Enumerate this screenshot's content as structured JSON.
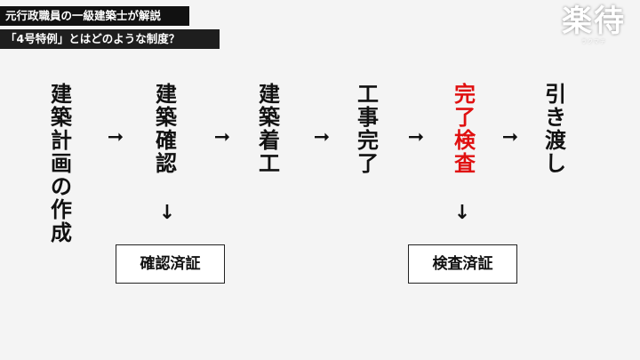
{
  "header": {
    "badge_1": "元行政職員の一級建築士が解説",
    "badge_2": "「4号特例」とはどのような制度？"
  },
  "logo": {
    "kanji": "楽待",
    "sub": "ラクマチ"
  },
  "flow": {
    "steps": [
      {
        "label": "建築計画の作成"
      },
      {
        "label": "建築確認"
      },
      {
        "label": "建築着工"
      },
      {
        "label": "工事完了"
      },
      {
        "label": "完了検査",
        "highlight_color": "#e01010"
      },
      {
        "label": "引き渡し"
      }
    ],
    "arrow_glyph": "➞",
    "down_arrow_glyph": "↓",
    "certificates": [
      {
        "label": "確認済証"
      },
      {
        "label": "検査済証"
      }
    ]
  }
}
